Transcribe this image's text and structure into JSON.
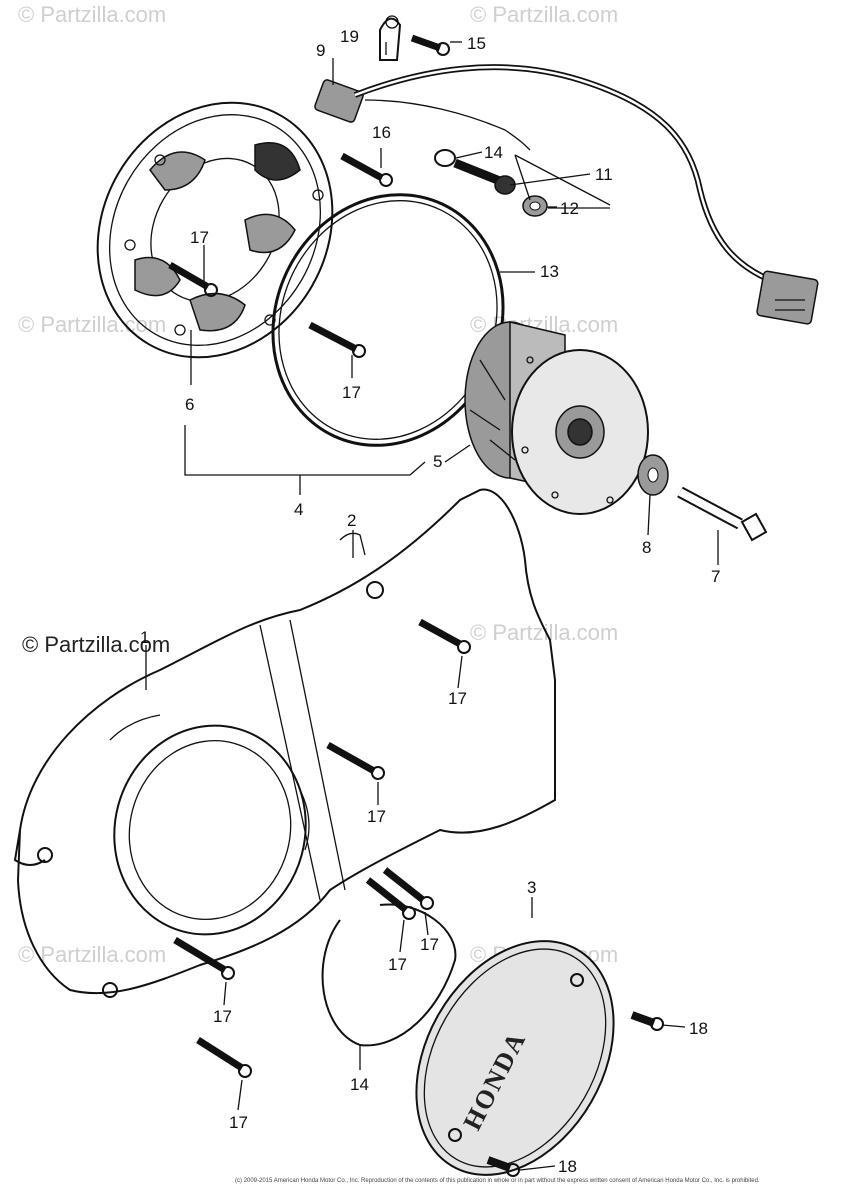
{
  "watermarks": [
    "© Partzilla.com",
    "© Partzilla.com",
    "© Partzilla.com",
    "© Partzilla.com",
    "© Partzilla.com",
    "© Partzilla.com",
    "© Partzilla.com",
    "© Partzilla.com"
  ],
  "watermark_prominent": "© Partzilla.com",
  "cover_brand": "HONDA",
  "copyright_line": "(c) 2009-2015 American Honda Motor Co., Inc. Reproduction of the contents of this publication in whole or in part without the express written consent of American Honda Motor Co., Inc. is prohibited.",
  "callouts": [
    "1",
    "2",
    "3",
    "4",
    "5",
    "6",
    "7",
    "8",
    "9",
    "11",
    "12",
    "13",
    "14",
    "15",
    "16",
    "17",
    "17",
    "17",
    "17",
    "17",
    "17",
    "17",
    "17",
    "17",
    "18",
    "18",
    "19"
  ]
}
